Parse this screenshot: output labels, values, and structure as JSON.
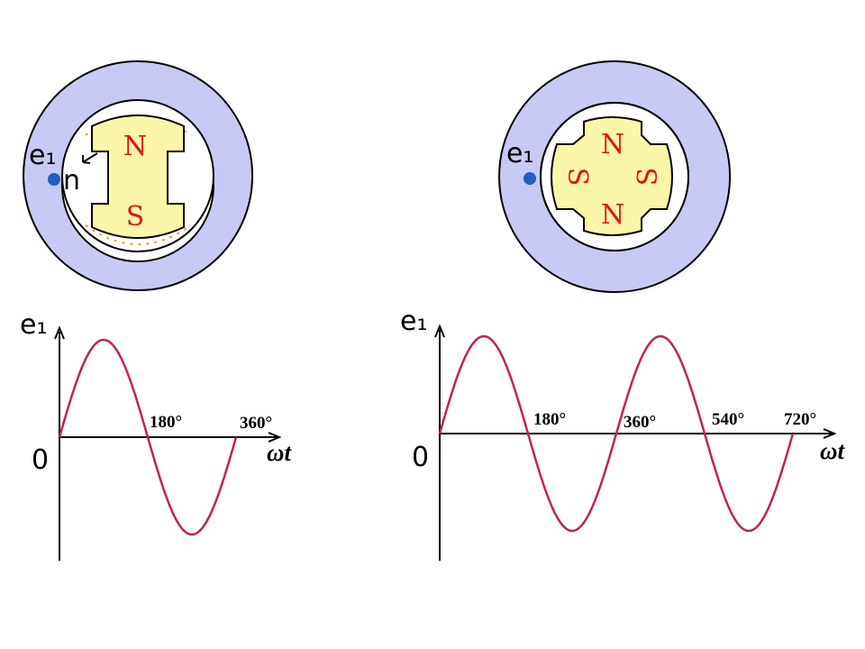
{
  "colors": {
    "stator": "#c9c9f5",
    "rotor": "#fbf7a8",
    "pole_label": "#e0141a",
    "curve": "#c0225a",
    "conductor": "#1e5fc0",
    "outline": "#000000"
  },
  "generator_two_pole": {
    "conductor_label": "e₁",
    "rotation_label": "n",
    "poles": [
      "N",
      "S"
    ]
  },
  "generator_four_pole": {
    "conductor_label": "e₁",
    "poles": [
      "N",
      "S",
      "N",
      "S"
    ]
  },
  "graph_two_pole": {
    "y_label": "e₁",
    "origin_label": "0",
    "x_label": "ωt",
    "ticks": [
      "180°",
      "360°"
    ],
    "cycles": 1
  },
  "graph_four_pole": {
    "y_label": "e₁",
    "origin_label": "0",
    "x_label": "ωt",
    "ticks": [
      "180°",
      "360°",
      "540°",
      "720°"
    ],
    "cycles": 2
  }
}
